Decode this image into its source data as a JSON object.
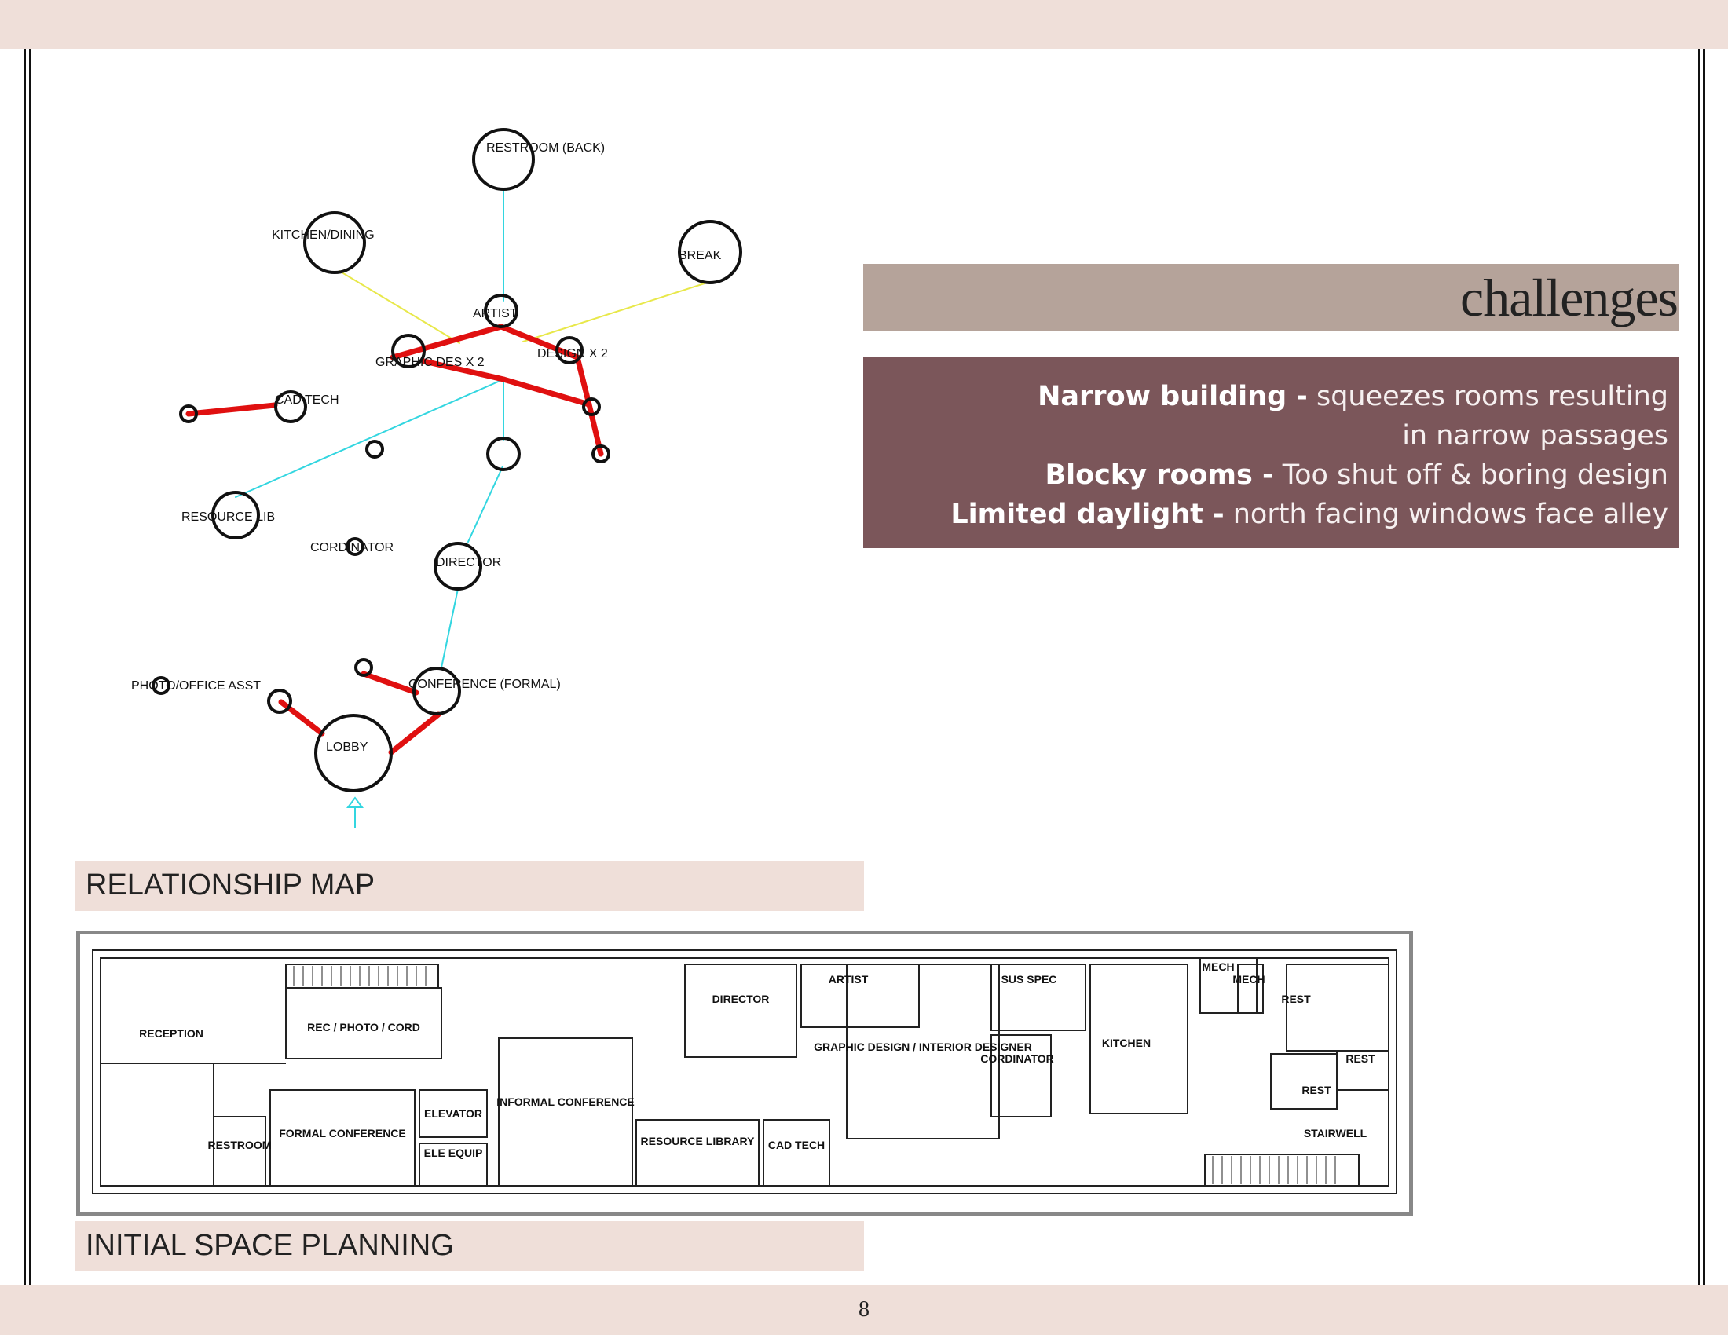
{
  "page": {
    "number": "8"
  },
  "colors": {
    "band": "#efdfd9",
    "heading_bar": "#b5a39a",
    "challenge_box": "#7b565a",
    "adjacency_strong": "#e01010",
    "adjacency_medium": "#33d6e0",
    "adjacency_weak": "#e8e84a"
  },
  "challenges": {
    "title": "challenges",
    "items": [
      {
        "term": "Narrow building -",
        "desc": "squeezes rooms resulting"
      },
      {
        "term": "",
        "desc": "in narrow passages"
      },
      {
        "term": "Blocky  rooms -",
        "desc": "Too shut off & boring design"
      },
      {
        "term": "Limited daylight -",
        "desc": "north facing windows face alley"
      }
    ]
  },
  "relationship_map": {
    "label": "RELATIONSHIP MAP",
    "nodes": {
      "restroom_back": "RESTROOM (BACK)",
      "kitchen_dining": "KITCHEN/DINING",
      "break": "BREAK",
      "artist": "ARTIST",
      "design_x2": "DESIGN X 2",
      "graphic_des_x2": "GRAPHIC DES X 2",
      "cad_tech": "CAD TECH",
      "resource_lib": "RESOURCE LIB",
      "cordinator": "CORDINATOR",
      "director": "DIRECTOR",
      "conference_formal": "CONFERENCE (FORMAL)",
      "photo_office_asst": "PHOTO/OFFICE ASST",
      "lobby": "LOBBY"
    }
  },
  "space_planning": {
    "label": "INITIAL SPACE PLANNING",
    "rooms": {
      "reception": "RECEPTION",
      "rec_photo_cord": "REC / PHOTO / CORD",
      "restroom": "RESTROOM",
      "formal_conference": "FORMAL CONFERENCE",
      "elevator": "ELEVATOR",
      "ele_equip": "ELE EQUIP",
      "informal_conference": "INFORMAL CONFERENCE",
      "director": "DIRECTOR",
      "resource_library": "RESOURCE LIBRARY",
      "cad_tech": "CAD TECH",
      "artist": "ARTIST",
      "graphic_design": "GRAPHIC DESIGN / INTERIOR DESIGNER",
      "sus_spec": "SUS SPEC",
      "cordinator": "CORDINATOR",
      "kitchen": "KITCHEN",
      "mech_1": "MECH",
      "mech_2": "MECH",
      "rest_1": "REST",
      "rest_2": "REST",
      "rest_3": "REST",
      "stairwell": "STAIRWELL"
    }
  }
}
